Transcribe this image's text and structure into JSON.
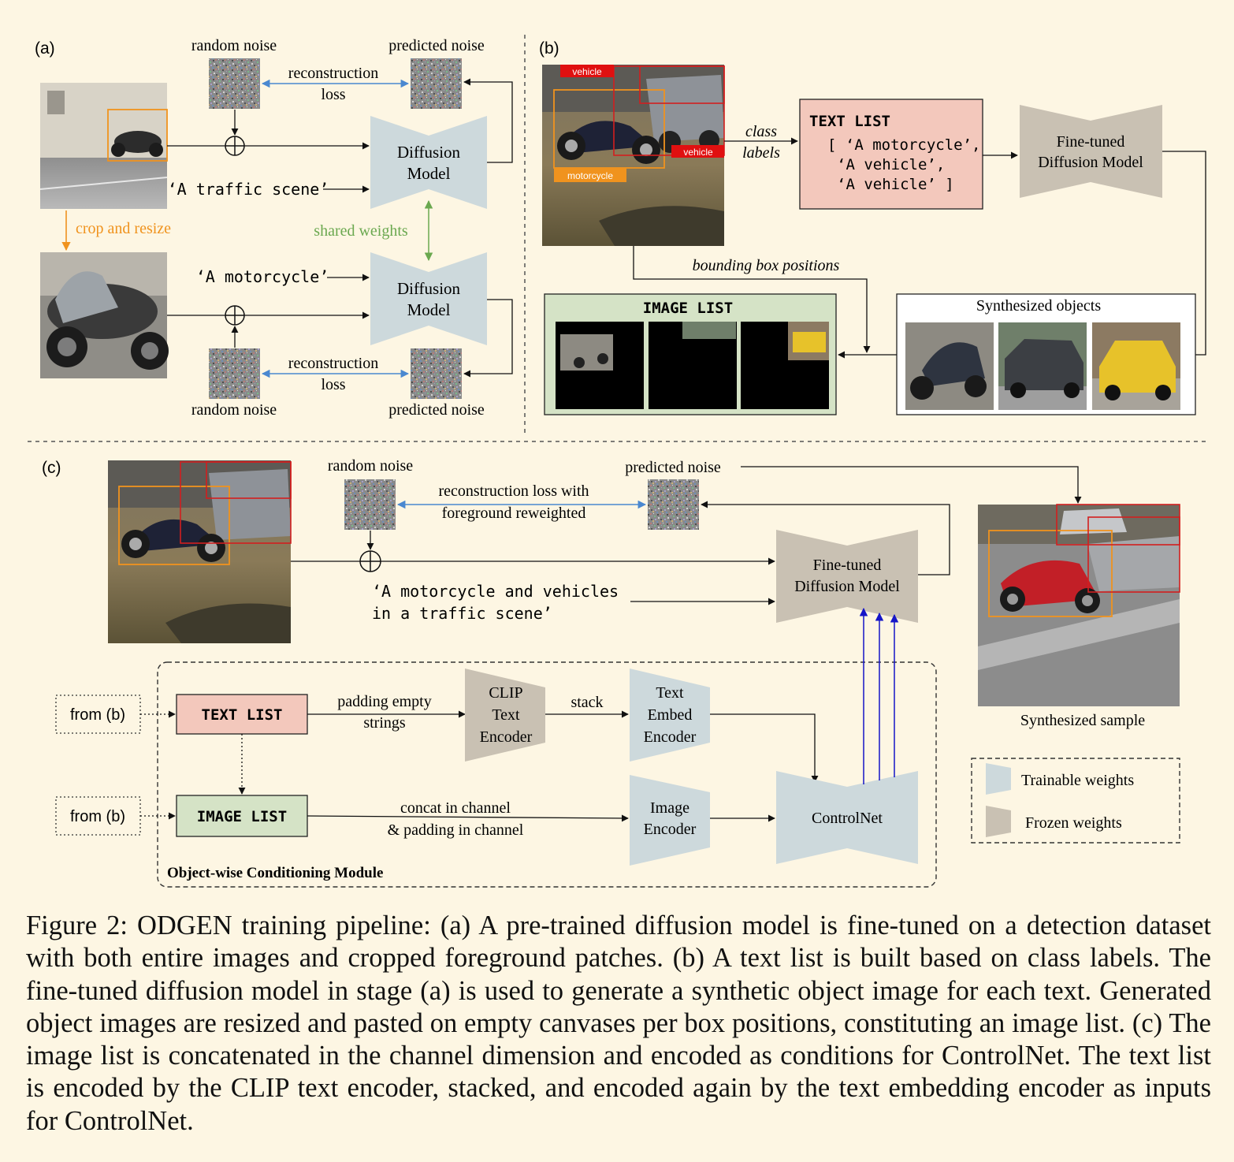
{
  "panel_a": {
    "label": "(a)",
    "random_noise": "random noise",
    "predicted_noise": "predicted noise",
    "recon_line1": "reconstruction",
    "recon_line2": "loss",
    "diffusion_line1": "Diffusion",
    "diffusion_line2": "Model",
    "prompt_scene": "‘A  traffic  scene’",
    "prompt_moto": "‘A  motorcycle’",
    "crop_resize": "crop and resize",
    "shared_weights": "shared weights"
  },
  "panel_b": {
    "label": "(b)",
    "det_vehicle": "vehicle",
    "det_motorcycle": "motorcycle",
    "class_labels_1": "class",
    "class_labels_2": "labels",
    "text_list_title": "TEXT  LIST",
    "text_items": [
      "[ ‘A  motorcycle’,",
      "‘A  vehicle’,",
      "‘A  vehicle’ ]"
    ],
    "finetuned_1": "Fine-tuned",
    "finetuned_2": "Diffusion Model",
    "bbox_positions": "bounding box positions",
    "image_list_title": "IMAGE LIST",
    "synth_objects": "Synthesized objects"
  },
  "panel_c": {
    "label": "(c)",
    "random_noise": "random noise",
    "predicted_noise": "predicted noise",
    "recon_1": "reconstruction loss with",
    "recon_2": "foreground reweighted",
    "prompt_1": "‘A  motorcycle  and  vehicles",
    "prompt_2": "in  a  traffic  scene’",
    "finetuned_1": "Fine-tuned",
    "finetuned_2": "Diffusion Model",
    "from_b": "from (b)",
    "text_list": "TEXT  LIST",
    "image_list": "IMAGE  LIST",
    "padding_1": "padding empty",
    "padding_2": "strings",
    "clip_1": "CLIP",
    "clip_2": "Text",
    "clip_3": "Encoder",
    "stack": "stack",
    "textembed_1": "Text",
    "textembed_2": "Embed",
    "textembed_3": "Encoder",
    "concat_1": "concat in channel",
    "concat_2": "& padding in channel",
    "imgenc_1": "Image",
    "imgenc_2": "Encoder",
    "controlnet": "ControlNet",
    "module_title": "Object-wise Conditioning Module",
    "synth_sample": "Synthesized sample",
    "legend_trainable": "Trainable weights",
    "legend_frozen": "Frozen weights"
  },
  "colors": {
    "background": "#fdf6e3",
    "trainable": "#cdd9dc",
    "frozen": "#c9c1b3",
    "text_list_fill": "#f3c8bc",
    "image_list_fill": "#d5e3c6",
    "orange": "#f0931e",
    "green": "#6aa84f",
    "blue": "#4a88d0",
    "red_box": "#d21f1f"
  },
  "caption": "Figure 2: ODGEN training pipeline: (a) A pre-trained diffusion model is fine-tuned on a detection dataset with both entire images and cropped foreground patches. (b) A text list is built based on class labels. The fine-tuned diffusion model in stage (a) is used to generate a synthetic object image for each text. Generated object images are resized and pasted on empty canvases per box positions, constituting an image list. (c) The image list is concatenated in the channel dimension and encoded as conditions for ControlNet. The text list is encoded by the CLIP text encoder, stacked, and encoded again by the text embedding encoder as inputs for ControlNet."
}
